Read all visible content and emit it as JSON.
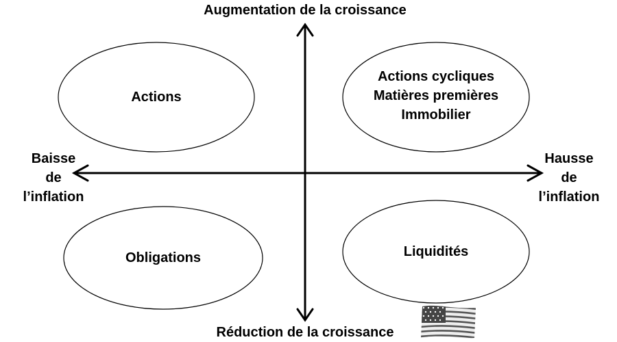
{
  "axes": {
    "top": "Augmentation de la croissance",
    "bottom": "Réduction de la croissance",
    "left": [
      "Baisse",
      "de",
      "l’inflation"
    ],
    "right": [
      "Hausse",
      "de",
      "l’inflation"
    ]
  },
  "quadrants": {
    "top_left": [
      "Actions"
    ],
    "top_right": [
      "Actions cycliques",
      "Matières premières",
      "Immobilier"
    ],
    "bottom_left": [
      "Obligations"
    ],
    "bottom_right": [
      "Liquidités"
    ]
  },
  "icons": {
    "flag": "us-flag-icon"
  }
}
